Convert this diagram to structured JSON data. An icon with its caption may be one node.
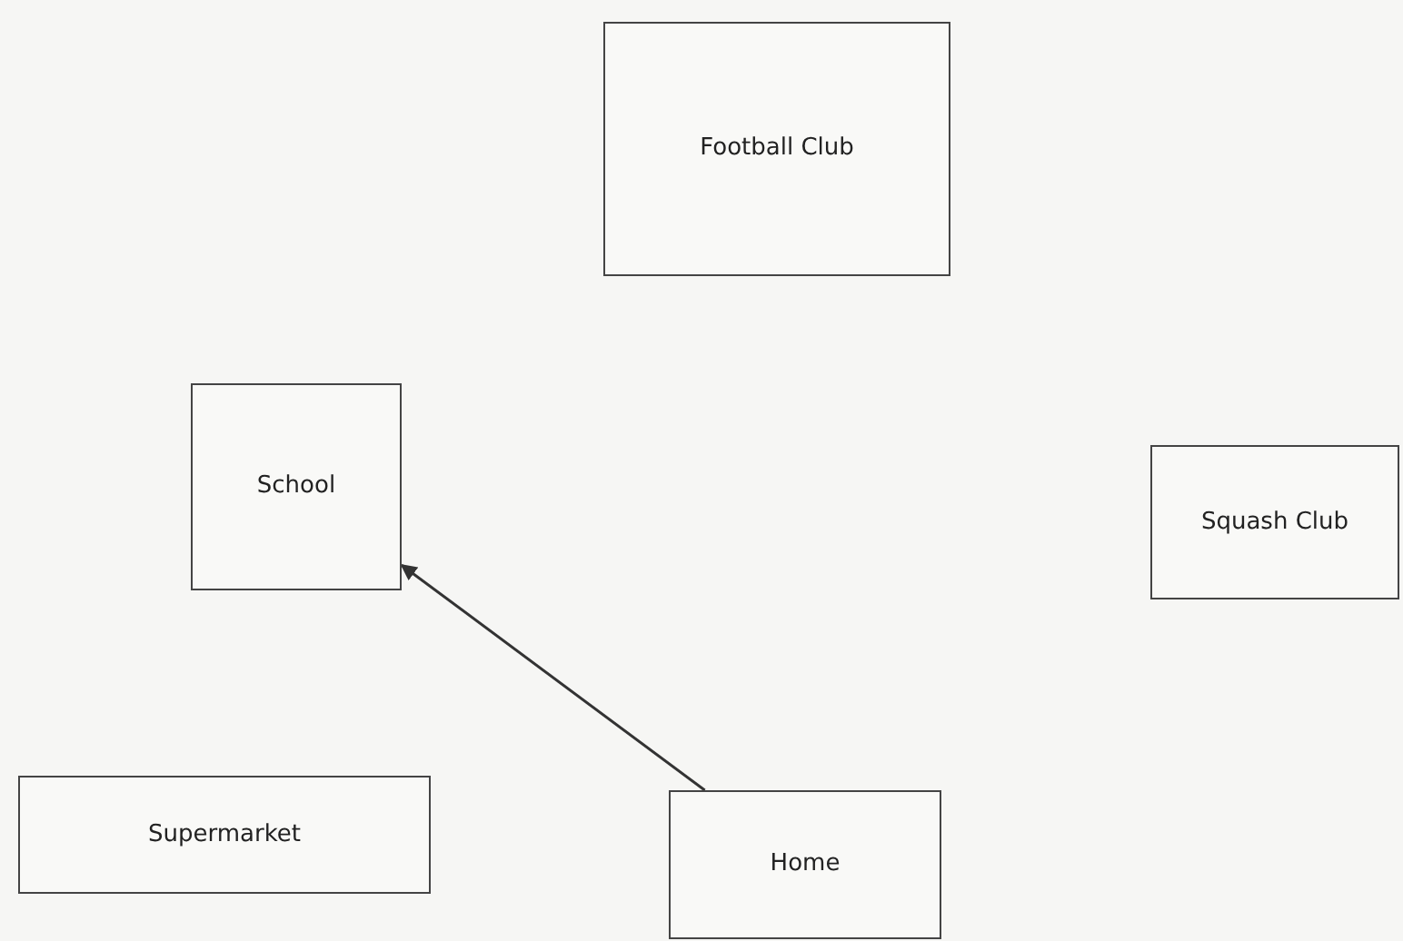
{
  "diagram": {
    "nodes": [
      {
        "text": [
          "Football Club"
        ]
      },
      {
        "text": [
          "School"
        ]
      },
      {
        "text": [
          "Squash Club"
        ]
      },
      {
        "text": [
          "Supermarket"
        ]
      },
      {
        "text": [
          "Home"
        ]
      }
    ],
    "edges": [
      {
        "from": 4,
        "to": 1,
        "arrow": "to"
      }
    ]
  }
}
